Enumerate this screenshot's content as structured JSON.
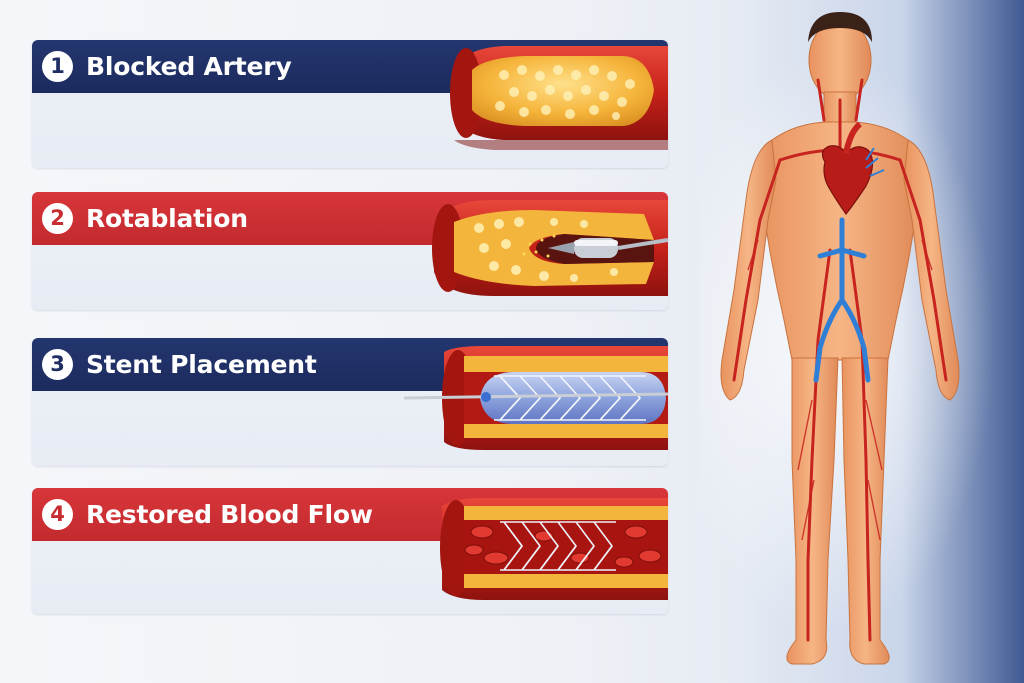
{
  "steps": [
    {
      "number": "1",
      "title": "Blocked Artery",
      "header_color": "#1f2f66"
    },
    {
      "number": "2",
      "title": "Rotablation",
      "header_color": "#cf3034"
    },
    {
      "number": "3",
      "title": "Stent Placement",
      "header_color": "#1f2f66"
    },
    {
      "number": "4",
      "title": "Restored Blood Flow",
      "header_color": "#cf3034"
    }
  ],
  "colors": {
    "artery_wall": "#c8241f",
    "plaque": "#f2b23a",
    "vein": "#2f7fd6",
    "skin": "#f2a779"
  }
}
